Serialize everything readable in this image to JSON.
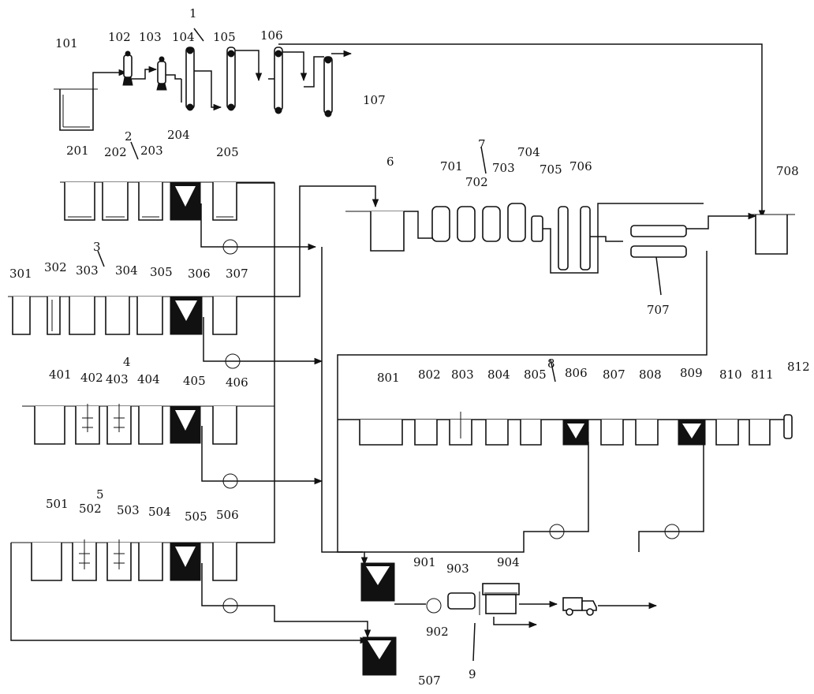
{
  "diagram": {
    "labels": {
      "l1": "1",
      "l101": "101",
      "l102": "102",
      "l103": "103",
      "l104": "104",
      "l105": "105",
      "l106": "106",
      "l107": "107",
      "l2": "2",
      "l201": "201",
      "l202": "202",
      "l203": "203",
      "l204": "204",
      "l205": "205",
      "l3": "3",
      "l301": "301",
      "l302": "302",
      "l303": "303",
      "l304": "304",
      "l305": "305",
      "l306": "306",
      "l307": "307",
      "l4": "4",
      "l401": "401",
      "l402": "402",
      "l403": "403",
      "l404": "404",
      "l405": "405",
      "l406": "406",
      "l5": "5",
      "l501": "501",
      "l502": "502",
      "l503": "503",
      "l504": "504",
      "l505": "505",
      "l506": "506",
      "l507": "507",
      "l6": "6",
      "l7": "7",
      "l701": "701",
      "l702": "702",
      "l703": "703",
      "l704": "704",
      "l705": "705",
      "l706": "706",
      "l707": "707",
      "l708": "708",
      "l8": "8",
      "l801": "801",
      "l802": "802",
      "l803": "803",
      "l804": "804",
      "l805": "805",
      "l806": "806",
      "l807": "807",
      "l808": "808",
      "l809": "809",
      "l810": "810",
      "l811": "811",
      "l812": "812",
      "l9": "9",
      "l901": "901",
      "l902": "902",
      "l903": "903",
      "l904": "904"
    }
  }
}
